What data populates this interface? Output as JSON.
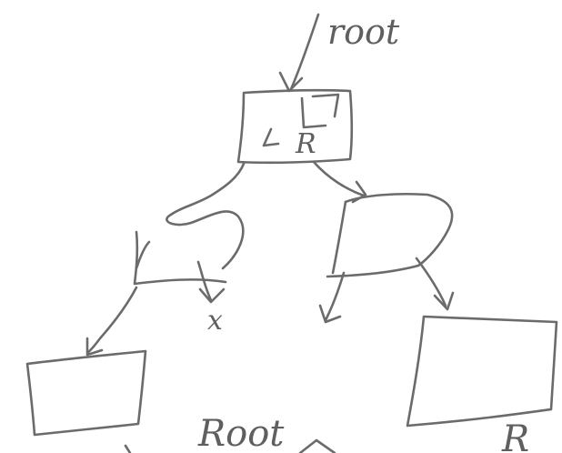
{
  "labels": {
    "root_top": "root",
    "left_letter": "L",
    "right_letter": "R",
    "x_mark": "x",
    "root_bottom": "Root",
    "r_bottom": "R"
  }
}
